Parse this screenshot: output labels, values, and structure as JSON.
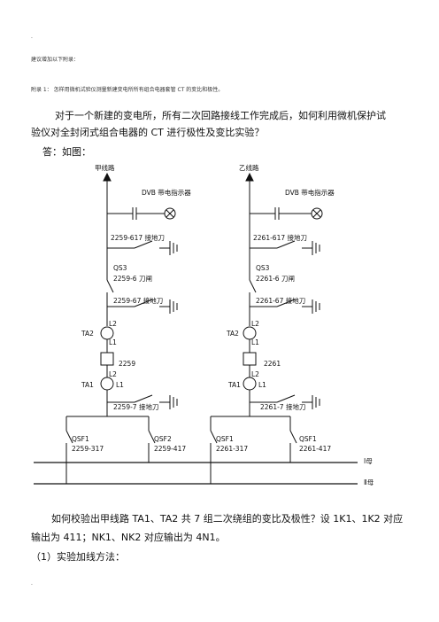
{
  "header": {
    "corner_mark": "."
  },
  "notes": {
    "suggest": "建议增加以下附录：",
    "appendix": "附录 1：  怎样用微机试验仪测量新建变电所所有组合电器套管 CT 的变比和极性。"
  },
  "question": {
    "line1": "对于一个新建的变电所，所有二次回路接线工作完成后，如何利用微机保护试",
    "line2": "验仪对全封闭式组合电器的 CT 进行极性及变比实验？",
    "answer": "答：如图："
  },
  "diagram": {
    "left": {
      "line_name": "甲线路",
      "indicator": "DVB 带电指示器",
      "ground1": "2259-617 接地刀",
      "switch_name": "QS3",
      "switch_sub": "2259-6 刀闸",
      "ground2": "2259-67 接地刀",
      "ta2": "TA2",
      "l2_top": "L2",
      "l1_top": "L1",
      "breaker": "2259",
      "l2_bot": "L2",
      "ta1": "TA1",
      "l1_bot": "L1",
      "ground3": "2259-7 接地刀",
      "qsf1": "QSF1",
      "qsf1_num": "2259-317",
      "qsf2": "QSF2",
      "qsf2_num": "2259-417"
    },
    "right": {
      "line_name": "乙线路",
      "indicator": "DVB 带电指示器",
      "ground1": "2261-617 接地刀",
      "switch_name": "QS3",
      "switch_sub": "2261-6 刀闸",
      "ground2": "2261-67 接地刀",
      "ta2": "TA2",
      "l2_top": "L2",
      "l1_top": "L1",
      "breaker": "2261",
      "l2_bot": "L2",
      "ta1": "TA1",
      "l1_bot": "L1",
      "ground3": "2261-7 接地刀",
      "qsf1": "QSF1",
      "qsf1_num": "2261-317",
      "qsf2": "QSF1",
      "qsf2_num": "2261-417"
    },
    "bus1": "Ⅰ母",
    "bus2": "Ⅱ母"
  },
  "bottom": {
    "line1": "如何校验出甲线路 TA1、TA2 共 7 组二次绕组的变比及极性？设 1K1、1K2 对应",
    "line2": "输出为 411；NK1、NK2 对应输出为 4N1。",
    "line3": "（1）实验加线方法：",
    "corner_mark": "."
  }
}
